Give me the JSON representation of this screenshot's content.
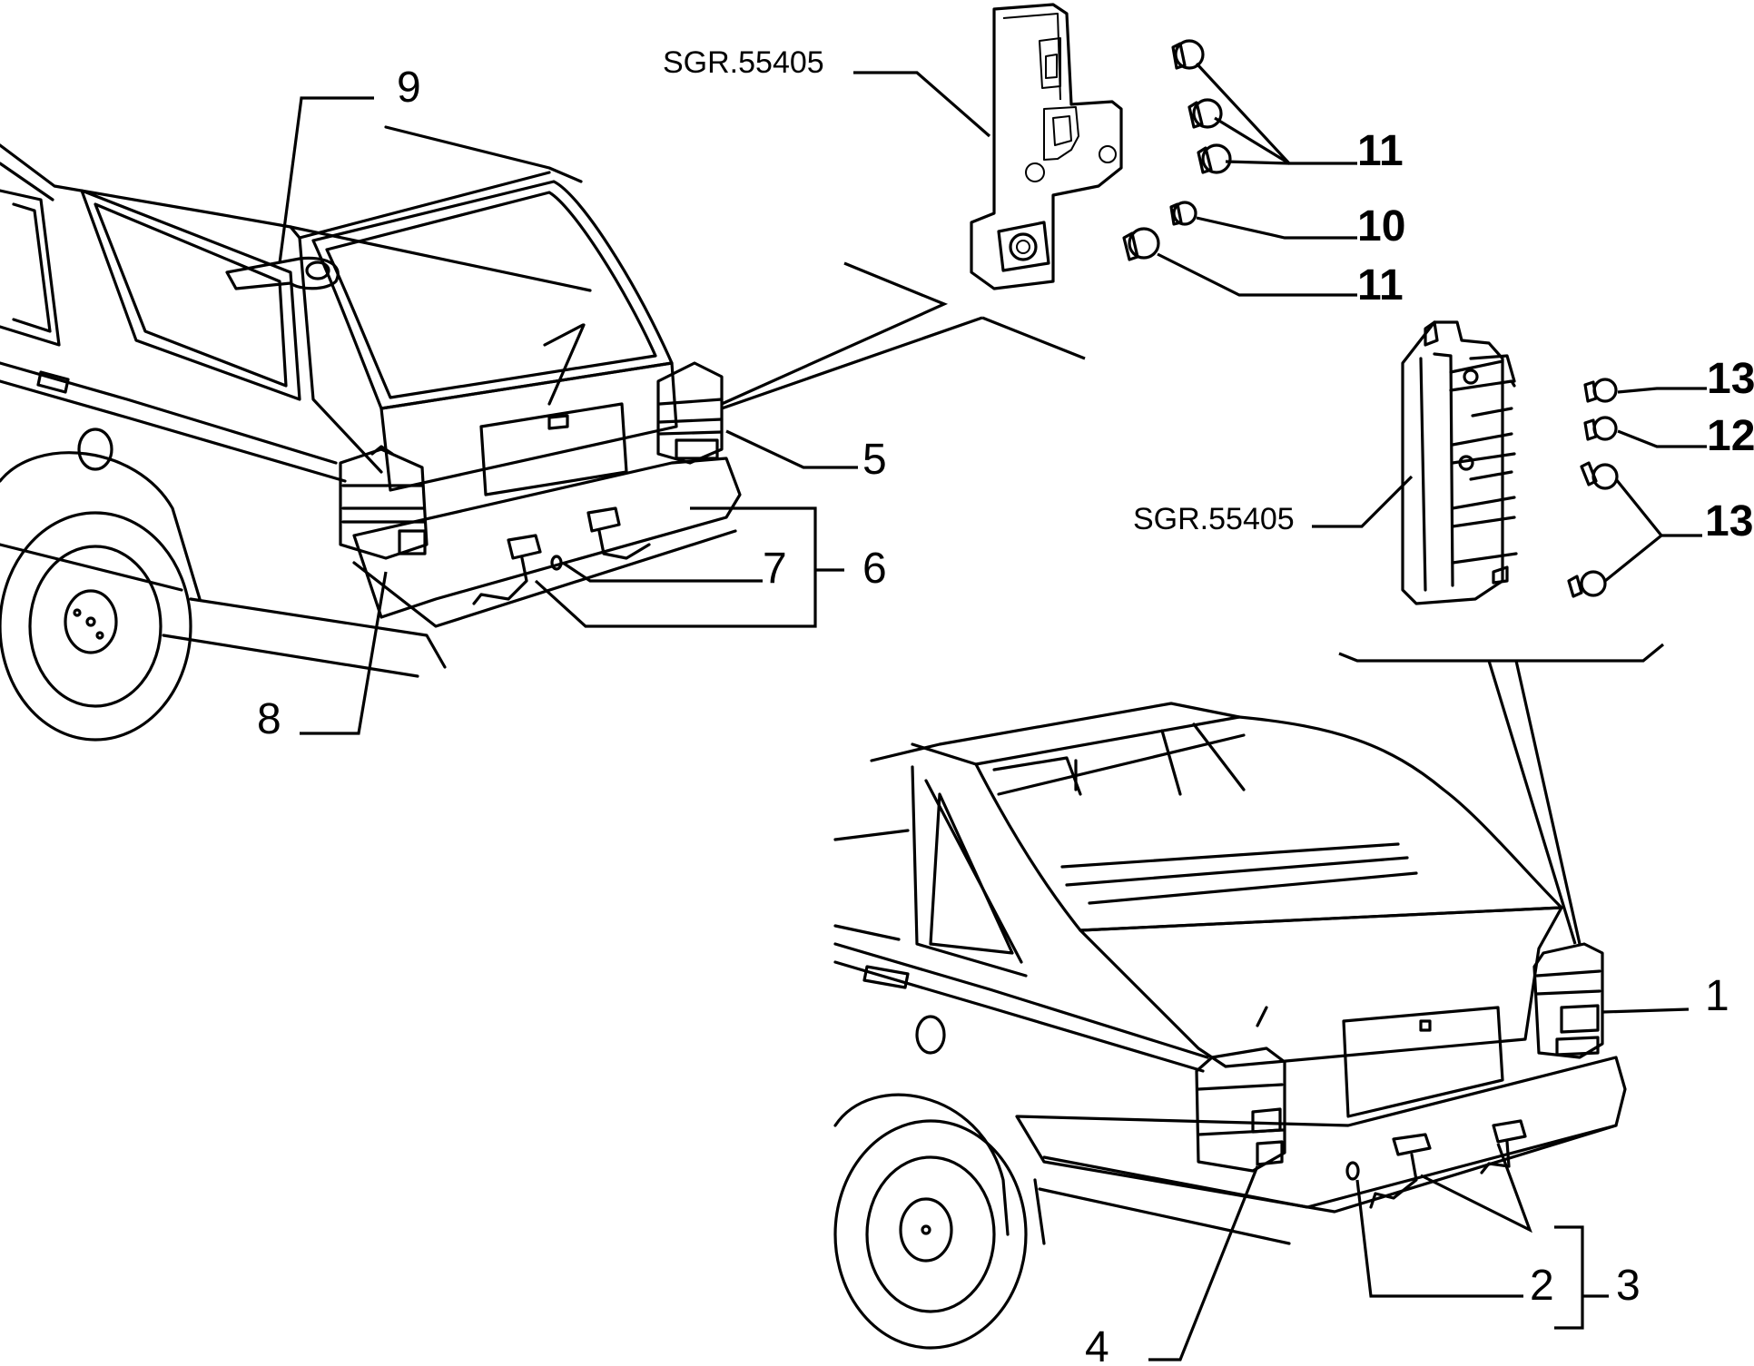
{
  "diagram": {
    "part_codes": {
      "upper": "SGR.55405",
      "middle": "SGR.55405"
    },
    "callouts": {
      "c1": "1",
      "c2": "2",
      "c3": "3",
      "c4": "4",
      "c5": "5",
      "c6": "6",
      "c7": "7",
      "c8": "8",
      "c9": "9",
      "c10": "10",
      "c11a": "11",
      "c11b": "11",
      "c12": "12",
      "c13a": "13",
      "c13b": "13"
    }
  }
}
